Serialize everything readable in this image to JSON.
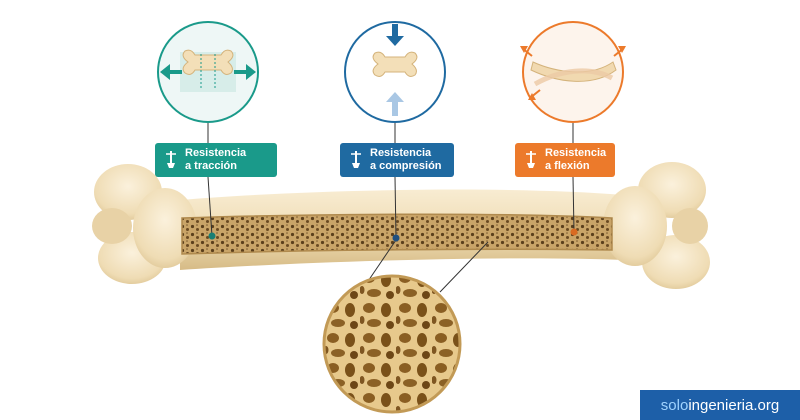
{
  "badges": {
    "traccion": {
      "line1": "Resistencia",
      "line2": "a tracción",
      "color": "#1a9a8a"
    },
    "compresion": {
      "line1": "Resistencia",
      "line2": "a compresión",
      "color": "#1f6aa1"
    },
    "flexion": {
      "line1": "Resistencia",
      "line2": "a flexión",
      "color": "#ec7a2b"
    }
  },
  "icons": [
    "tension-arrows-icon",
    "compression-arrows-icon",
    "bending-arrows-icon",
    "bone-force-icon"
  ],
  "watermark": {
    "part1": "solo",
    "part2": "ingenieria.org",
    "background": "#1d5fa8"
  }
}
